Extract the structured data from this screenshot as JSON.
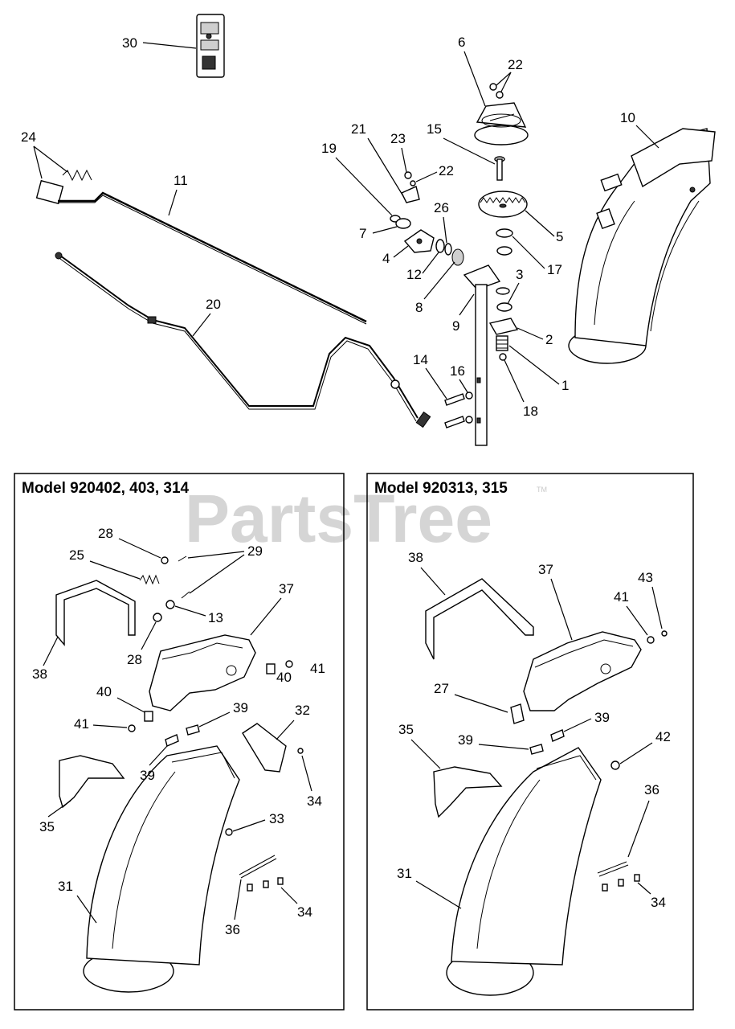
{
  "watermark": {
    "text": "PartsTree",
    "tm": "TM"
  },
  "panels": {
    "left_title": "Model 920402, 403, 314",
    "right_title": "Model 920313, 315"
  },
  "callouts": {
    "top": [
      "30",
      "6",
      "22",
      "24",
      "11",
      "21",
      "23",
      "15",
      "19",
      "22",
      "10",
      "7",
      "26",
      "4",
      "12",
      "5",
      "17",
      "3",
      "8",
      "9",
      "20",
      "2",
      "1",
      "14",
      "16",
      "18"
    ],
    "left": [
      "28",
      "29",
      "25",
      "37",
      "13",
      "38",
      "28",
      "40",
      "41",
      "39",
      "40",
      "41",
      "32",
      "39",
      "34",
      "33",
      "35",
      "31",
      "34",
      "36"
    ],
    "right": [
      "38",
      "37",
      "43",
      "41",
      "27",
      "39",
      "35",
      "39",
      "42",
      "36",
      "31",
      "34"
    ]
  }
}
